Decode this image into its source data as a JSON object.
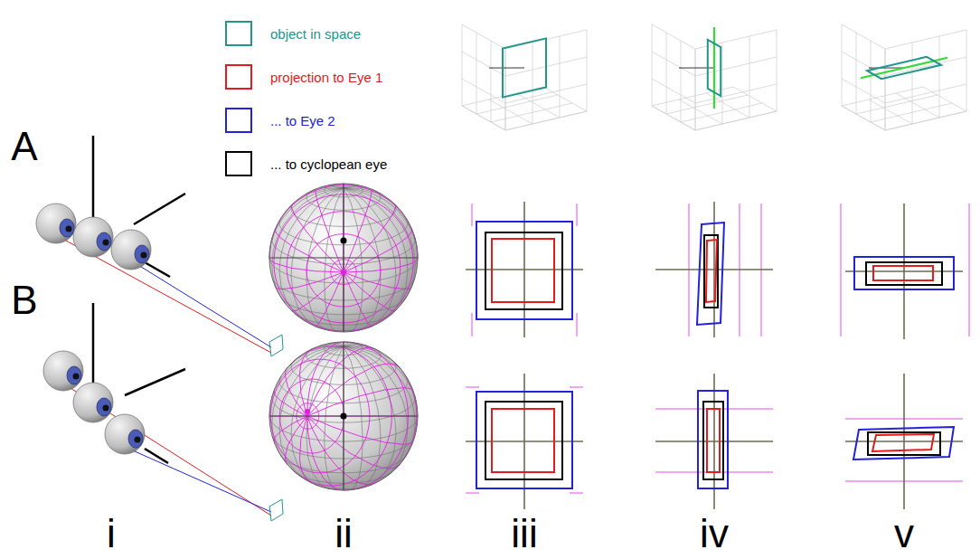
{
  "diagram": {
    "labels": [
      "A",
      "B",
      "i",
      "ii",
      "iii",
      "iv",
      "v"
    ],
    "legend": [
      {
        "text": "object in space",
        "color": "#21968c"
      },
      {
        "text": "projection to Eye 1",
        "color": "#e21c1c"
      },
      {
        "text": "... to Eye 2",
        "color": "#2222dd"
      },
      {
        "text": "... to cyclopean eye",
        "color": "#000000"
      }
    ]
  }
}
